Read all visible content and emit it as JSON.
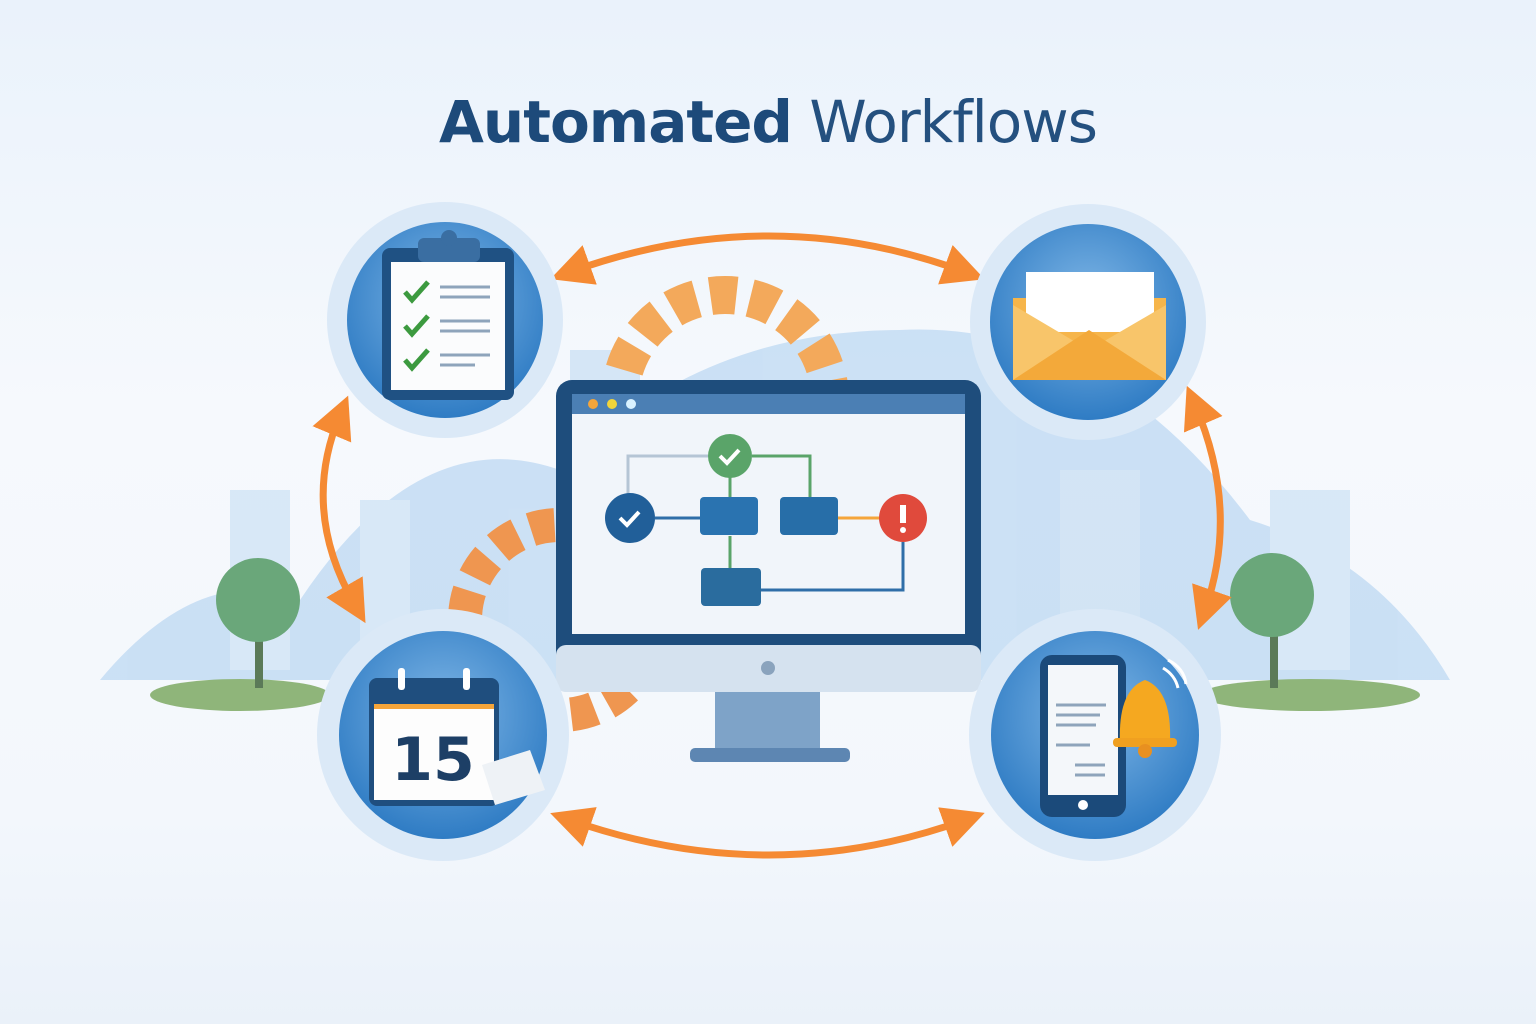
{
  "title": {
    "bold": "Automated",
    "regular": "Workflows"
  },
  "calendar": {
    "day": "15"
  },
  "icons": [
    "clipboard-checklist-icon",
    "envelope-icon",
    "calendar-icon",
    "phone-notification-icon",
    "monitor-workflow-icon",
    "gear-icon"
  ],
  "colors": {
    "title": "#1d4a7a",
    "arrow": "#f58a33",
    "circle": "#4a90d0",
    "success": "#5aa469",
    "error": "#e04a3c",
    "node": "#2a73b0"
  }
}
